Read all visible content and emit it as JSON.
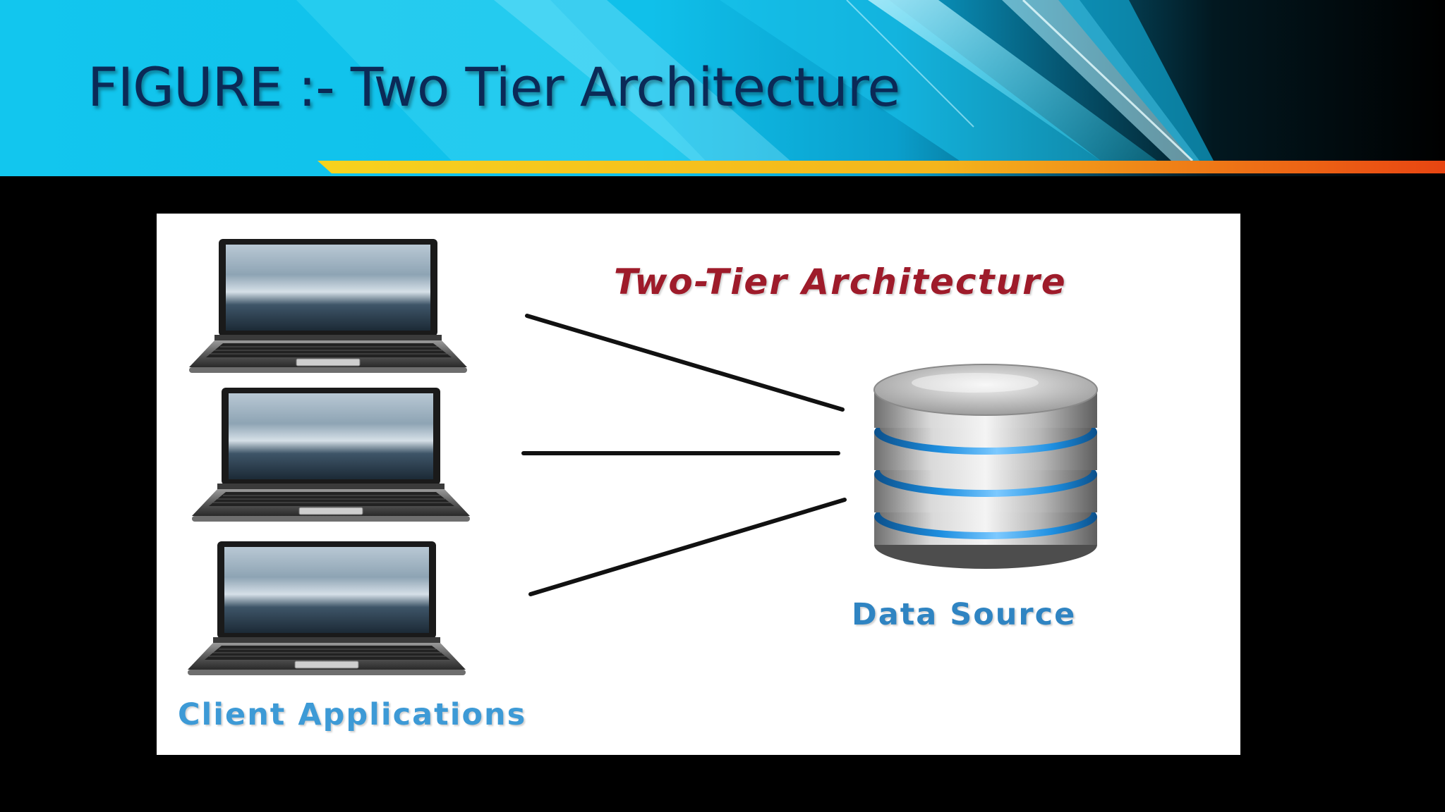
{
  "slide": {
    "title": "FIGURE :- Two Tier Architecture"
  },
  "figure": {
    "diagram_title": "Two-Tier Architecture",
    "data_source_label": "Data Source",
    "client_label": "Client Applications",
    "client_count": 3,
    "connections": 3
  },
  "colors": {
    "title_text": "#0b2a57",
    "banner_cyan": "#12c6ee",
    "banner_stripe_yellow": "#f7d21e",
    "banner_stripe_orange": "#ee5a14",
    "diagram_title": "#9e1b2a",
    "label_blue": "#2f84c2",
    "database_band": "#1e8fe0"
  },
  "icons": {
    "client": "laptop-icon",
    "server": "database-icon"
  }
}
